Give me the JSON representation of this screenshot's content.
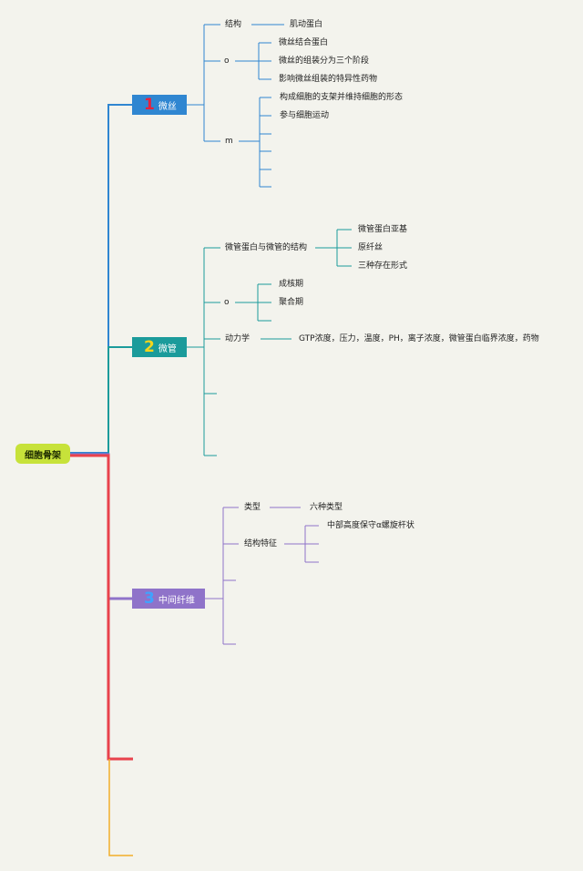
{
  "root": {
    "label": "细胞骨架"
  },
  "branches": [
    {
      "num": "1",
      "label": "微丝",
      "children": {
        "structure": {
          "label": "结构",
          "child": "肌动蛋白"
        },
        "o": {
          "label": "o",
          "children": [
            "微丝结合蛋白",
            "微丝的组装分为三个阶段",
            "影响微丝组装的特异性药物"
          ]
        },
        "m": {
          "label": "m",
          "children": [
            "构成细胞的支架并维持细胞的形态",
            "参与细胞运动"
          ]
        }
      }
    },
    {
      "num": "2",
      "label": "微管",
      "children": {
        "structure": {
          "label": "微管蛋白与微管的结构",
          "children": [
            "微管蛋白亚基",
            "原纤丝",
            "三种存在形式"
          ]
        },
        "o": {
          "label": "o",
          "children": [
            "成核期",
            "聚合期"
          ]
        },
        "dynamics": {
          "label": "动力学",
          "child": "GTP浓度，压力，温度，PH，离子浓度，微管蛋白临界浓度，药物"
        }
      }
    },
    {
      "num": "3",
      "label": "中间纤维",
      "children": {
        "type": {
          "label": "类型",
          "child": "六种类型"
        },
        "features": {
          "label": "结构特征",
          "children": [
            "中部高度保守α螺旋杆状"
          ]
        }
      }
    }
  ],
  "colors": {
    "root": "#c7e23a",
    "branch1": "#2f86d1",
    "branch2": "#1b9b9b",
    "branch3": "#8f73c9",
    "branch4": "#e8424c",
    "branch5": "#f2ae2a"
  }
}
